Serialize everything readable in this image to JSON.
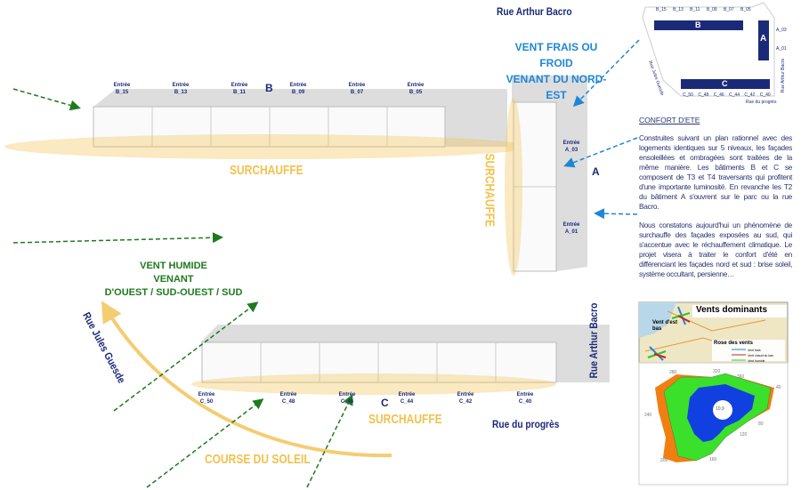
{
  "streets": {
    "arthur_bacro_top": "Rue Arthur Bacro",
    "arthur_bacro_side": "Rue Arthur Bacro",
    "jules_guesde": "Rue Jules Guesde",
    "progres": "Rue du progrès"
  },
  "buildings": {
    "a": "A",
    "b": "B",
    "c": "C"
  },
  "entry_label": "Entrée",
  "entries_b": [
    "B_15",
    "B_13",
    "B_11",
    "B_09",
    "B_07",
    "B_05"
  ],
  "entries_a": [
    "A_03",
    "A_01"
  ],
  "entries_c": [
    "C_50",
    "C_48",
    "C_46",
    "C_44",
    "C_42",
    "C_40"
  ],
  "overheat": "SURCHAUFFE",
  "wind_ne": [
    "VENT FRAIS OU FROID",
    "VENANT DU NORD-EST"
  ],
  "wind_sw": [
    "VENT HUMIDE",
    "VENANT",
    "D'OUEST / SUD-OUEST / SUD"
  ],
  "sun_path": "COURSE DU SOLEIL",
  "plan": {
    "b_entries": [
      "B_15",
      "B_13",
      "B_11",
      "B_09",
      "B_07",
      "B_05"
    ],
    "a_entries": [
      "A_03",
      "A_01"
    ],
    "c_entries": [
      "C_50",
      "C_48",
      "C_46",
      "C_44",
      "C_42",
      "C_40"
    ],
    "street_left": "Rue Jules Guesde",
    "street_right": "Rue Arthur Bacro",
    "street_bottom": "Rue du progrès"
  },
  "text": {
    "title": "CONFORT D'ETE",
    "p1": "Construites suivant un plan rationnel avec des logements identiques sur 5 niveaux, les façades ensoleillées et ombragées sont traitées de la même manière. Les bâtiments B et C se composent de T3 et T4 traversants qui profitent d'une importante luminosité. En revanche les T2 du bâtiment A s'ouvrent sur le parc ou la rue Bacro.",
    "p2": "Nous constatons aujourd'hui un phénomène de surchauffe des façades exposées au sud, qui s'accentue avec le réchauffement climatique. Le projet visera à traiter le confort d'été en différenciant les façades nord et sud : brise soleil, système occultant, persienne…"
  },
  "map": {
    "title": "Vents dominants",
    "city1": "Vent d'est bas",
    "legend_title": "Rose des vents",
    "legend": [
      "Vent frais",
      "Vent chaud du bas",
      "Vent humide"
    ]
  },
  "rose": {
    "center": "10,9",
    "ticks": [
      "280",
      "320",
      "360",
      "40",
      "80",
      "120",
      "160",
      "200",
      "240"
    ]
  },
  "colors": {
    "navy": "#1b2a78",
    "overheat": "#f2c14e",
    "wind_humid": "#1f7a1f",
    "wind_cold": "#1f86d6"
  }
}
